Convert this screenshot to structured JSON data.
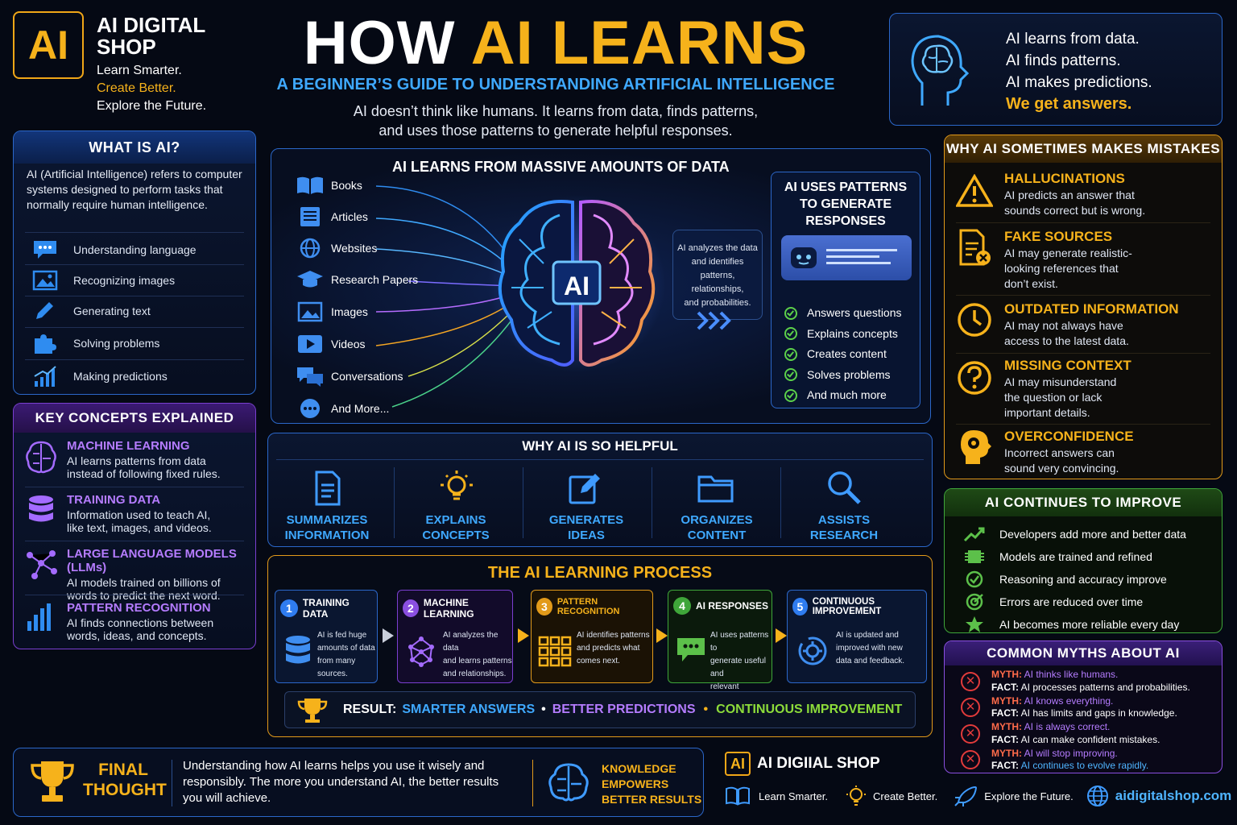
{
  "brand": {
    "logo": "AI",
    "name_line1": "AI DIGITAL",
    "name_line2": "SHOP",
    "tag1": "Learn Smarter.",
    "tag2": "Create Better.",
    "tag3": "Explore the Future."
  },
  "header": {
    "title_part1": "HOW ",
    "title_part2": "AI LEARNS",
    "subtitle": "A BEGINNER’S GUIDE TO UNDERSTANDING ARTIFICIAL INTELLIGENCE",
    "intro1": "AI doesn’t think like humans. It learns from data, finds patterns,",
    "intro2": "and uses those patterns to generate helpful responses."
  },
  "top_right": {
    "l1": "AI learns from data.",
    "l2": "AI finds patterns.",
    "l3": "AI makes predictions.",
    "l4": "We get answers."
  },
  "what_is": {
    "title": "WHAT IS AI?",
    "desc": "AI (Artificial Intelligence) refers to computer systems designed to perform tasks that normally require human intelligence.",
    "items": [
      "Understanding language",
      "Recognizing images",
      "Generating text",
      "Solving problems",
      "Making predictions"
    ]
  },
  "key_concepts": {
    "title": "KEY CONCEPTS EXPLAINED",
    "items": [
      {
        "name": "MACHINE LEARNING",
        "l1": "AI learns patterns from data",
        "l2": "instead of following fixed rules."
      },
      {
        "name": "TRAINING DATA",
        "l1": "Information used to teach AI,",
        "l2": "like text, images, and videos."
      },
      {
        "name": "LARGE LANGUAGE MODELS (LLMs)",
        "l1": "AI models trained on billions of",
        "l2": "words to predict the next word."
      },
      {
        "name": "PATTERN RECOGNITION",
        "l1": "AI finds connections between",
        "l2": "words, ideas, and concepts."
      }
    ]
  },
  "data_panel": {
    "title": "AI LEARNS FROM MASSIVE AMOUNTS OF DATA",
    "sources": [
      "Books",
      "Articles",
      "Websites",
      "Research Papers",
      "Images",
      "Videos",
      "Conversations",
      "And More..."
    ],
    "core": "AI",
    "analyze1": "AI analyzes the data",
    "analyze2": "and identifies",
    "analyze3": "patterns, relationships,",
    "analyze4": "and probabilities.",
    "patterns_title1": "AI USES PATTERNS",
    "patterns_title2": "TO GENERATE",
    "patterns_title3": "RESPONSES",
    "checks": [
      "Answers questions",
      "Explains concepts",
      "Creates content",
      "Solves problems",
      "And much more"
    ]
  },
  "helpful": {
    "title": "WHY AI IS SO HELPFUL",
    "items": [
      {
        "l1": "SUMMARIZES",
        "l2": "INFORMATION"
      },
      {
        "l1": "EXPLAINS",
        "l2": "CONCEPTS"
      },
      {
        "l1": "GENERATES",
        "l2": "IDEAS"
      },
      {
        "l1": "ORGANIZES",
        "l2": "CONTENT"
      },
      {
        "l1": "ASSISTS",
        "l2": "RESEARCH"
      }
    ]
  },
  "process": {
    "title": "THE AI LEARNING PROCESS",
    "steps": [
      {
        "num": "1",
        "name": "TRAINING DATA",
        "l1": "AI is fed huge",
        "l2": "amounts of data",
        "l3": "from many sources."
      },
      {
        "num": "2",
        "name": "MACHINE LEARNING",
        "l1": "AI analyzes the data",
        "l2": "and learns patterns",
        "l3": "and relationships."
      },
      {
        "num": "3",
        "name": "PATTERN RECOGNITION",
        "l1": "AI identifies patterns",
        "l2": "and predicts what",
        "l3": "comes next."
      },
      {
        "num": "4",
        "name": "AI RESPONSES",
        "l1": "AI uses patterns to",
        "l2": "generate useful and",
        "l3": "relevant answers."
      },
      {
        "num": "5",
        "name": "CONTINUOUS IMPROVEMENT",
        "l1": "AI is updated and",
        "l2": "improved with new",
        "l3": "data and feedback."
      }
    ],
    "result_label": "RESULT:",
    "r1": "SMARTER ANSWERS",
    "dot": "•",
    "r2": "BETTER PREDICTIONS",
    "r3": "CONTINUOUS IMPROVEMENT"
  },
  "mistakes": {
    "title": "WHY AI SOMETIMES MAKES MISTAKES",
    "items": [
      {
        "name": "HALLUCINATIONS",
        "l1": "AI predicts an answer that",
        "l2": "sounds correct but is wrong.",
        "l3": ""
      },
      {
        "name": "FAKE SOURCES",
        "l1": "AI may generate realistic-",
        "l2": "looking references that",
        "l3": "don’t exist."
      },
      {
        "name": "OUTDATED INFORMATION",
        "l1": "AI may not always have",
        "l2": "access to the latest data.",
        "l3": ""
      },
      {
        "name": "MISSING CONTEXT",
        "l1": "AI may misunderstand",
        "l2": "the question or lack",
        "l3": "important details."
      },
      {
        "name": "OVERCONFIDENCE",
        "l1": "Incorrect answers can",
        "l2": "sound very convincing.",
        "l3": ""
      }
    ]
  },
  "improve": {
    "title": "AI CONTINUES TO IMPROVE",
    "items": [
      "Developers add more and better data",
      "Models are trained and refined",
      "Reasoning and accuracy improve",
      "Errors are reduced over time",
      "AI becomes more reliable every day"
    ]
  },
  "myths": {
    "title": "COMMON MYTHS ABOUT AI",
    "myth_label": "MYTH:",
    "fact_label": "FACT:",
    "items": [
      {
        "myth": "AI thinks like humans.",
        "fact": "AI processes patterns and probabilities."
      },
      {
        "myth": "AI knows everything.",
        "fact": "AI has limits and gaps in knowledge."
      },
      {
        "myth": "AI is always correct.",
        "fact": "AI can make confident mistakes."
      },
      {
        "myth": "AI will stop improving.",
        "fact": "AI continues to evolve rapidly."
      }
    ]
  },
  "final": {
    "t1": "FINAL",
    "t2": "THOUGHT",
    "l1": "Understanding how AI learns helps you use it wisely and",
    "l2": "responsibly. The more you understand AI, the better results",
    "l3": "you will achieve.",
    "k1": "KNOWLEDGE",
    "k2": "EMPOWERS",
    "k3": "BETTER RESULTS"
  },
  "footer": {
    "logo": "AI",
    "name": "AI DIGIIAL SHOP",
    "a": "Learn Smarter.",
    "b": "Create Better.",
    "c": "Explore the Future.",
    "url": "aidigitalshop.com"
  }
}
